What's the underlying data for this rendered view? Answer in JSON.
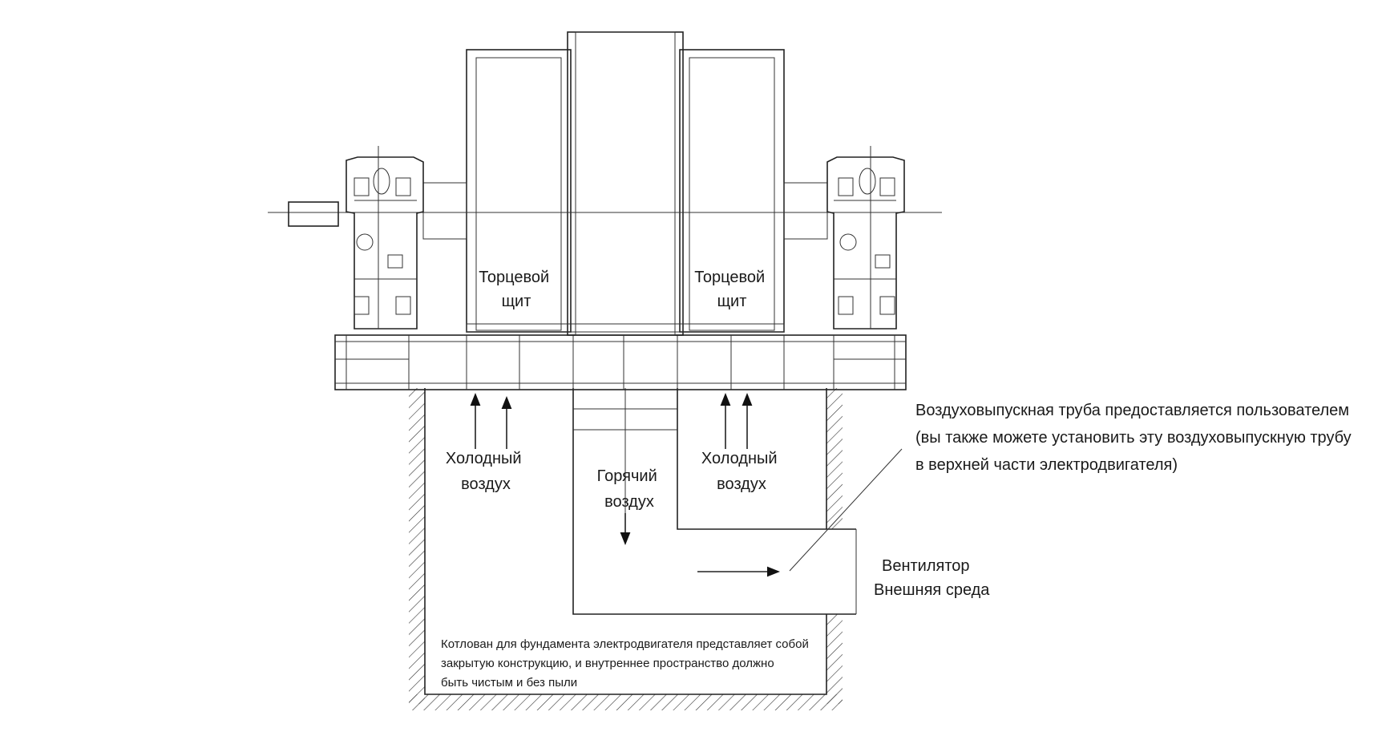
{
  "labels": {
    "end_shield_left": [
      "Торцевой",
      "щит"
    ],
    "end_shield_right": [
      "Торцевой",
      "щит"
    ],
    "cold_air_left": [
      "Холодный",
      "воздух"
    ],
    "cold_air_right": [
      "Холодный",
      "воздух"
    ],
    "hot_air": [
      "Горячий",
      "воздух"
    ],
    "exhaust_note": [
      "Воздуховыпускная труба предоставляется пользователем",
      "(вы также можете установить эту воздуховыпускную трубу",
      "в верхней части электродвигателя)"
    ],
    "fan": "Вентилятор",
    "environment": "Внешняя среда",
    "pit_note": [
      "Котлован для фундамента электродвигателя представляет собой",
      "закрытую конструкцию, и внутреннее пространство должно",
      "быть чистым и без пыли"
    ]
  }
}
